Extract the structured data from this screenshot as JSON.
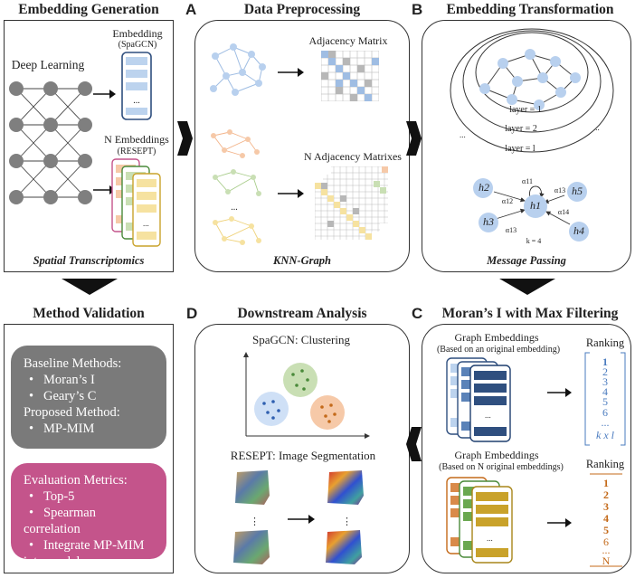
{
  "colors": {
    "blue_node": "#bcd3ee",
    "blue_dark": "#2f4f7f",
    "orange_light": "#f6c9a8",
    "green_light": "#c9dfb4",
    "yellow_light": "#f6e2a0",
    "grey_box": "#7a7a7a",
    "pink_box": "#c4548b",
    "rank_blue": "#4a7bbf",
    "rank_orange": "#c46a1a"
  },
  "titles": {
    "embedding_generation": "Embedding Generation",
    "data_preprocessing": "Data Preprocessing",
    "embedding_transformation": "Embedding Transformation",
    "method_validation": "Method Validation",
    "downstream_analysis": "Downstream Analysis",
    "morans_max": "Moran’s I with Max Filtering"
  },
  "letters": {
    "a": "A",
    "b": "B",
    "c": "C",
    "d": "D"
  },
  "panel_embedding": {
    "deep_learning": "Deep Learning",
    "embedding": "Embedding",
    "spagcn": "(SpaGCN)",
    "dots": "...",
    "n_embeddings": "N Embeddings",
    "resept": "(RESEPT)",
    "caption": "Spatial Transcriptomics"
  },
  "panel_preprocessing": {
    "adjacency": "Adjacency Matrix",
    "n_adjacency": "N Adjacency Matrixes",
    "dots": "...",
    "caption": "KNN-Graph"
  },
  "panel_transformation": {
    "layer1": "layer = 1",
    "layer2": "layer = 2",
    "layerl": "layer = l",
    "h1": "h1",
    "h2": "h2",
    "h3": "h3",
    "h4": "h4",
    "h5": "h5",
    "a11": "α11",
    "a12": "α12",
    "a13a": "α13",
    "a13b": "α13",
    "a14": "α14",
    "k": "k = 4",
    "caption": "Message Passing"
  },
  "panel_morans": {
    "graph_emb_1": "Graph Embeddings",
    "graph_emb_1_sub": "(Based on an original embedding)",
    "graph_emb_2": "Graph Embeddings",
    "graph_emb_2_sub": "(Based on N original embeddings)",
    "ranking": "Ranking",
    "ranking_blue": [
      "1",
      "2",
      "3",
      "4",
      "5",
      "6",
      "...",
      "k x l"
    ],
    "ranking_orange": [
      "1",
      "2",
      "3",
      "4",
      "5",
      "6",
      "...",
      "N"
    ],
    "dots": "..."
  },
  "panel_downstream": {
    "clustering": "SpaGCN: Clustering",
    "segmentation": "RESEPT: Image Segmentation",
    "dots": "..."
  },
  "panel_validation": {
    "baseline_heading": "Baseline Methods:",
    "baseline_items": [
      "Moran’s I",
      "Geary’s C"
    ],
    "proposed_heading": "Proposed Method:",
    "proposed_items": [
      "MP-MIM"
    ],
    "eval_heading": "Evaluation Metrics:",
    "eval_items": [
      "Top-5",
      "Spearman correlation",
      "Integrate MP-MIM into models"
    ]
  }
}
